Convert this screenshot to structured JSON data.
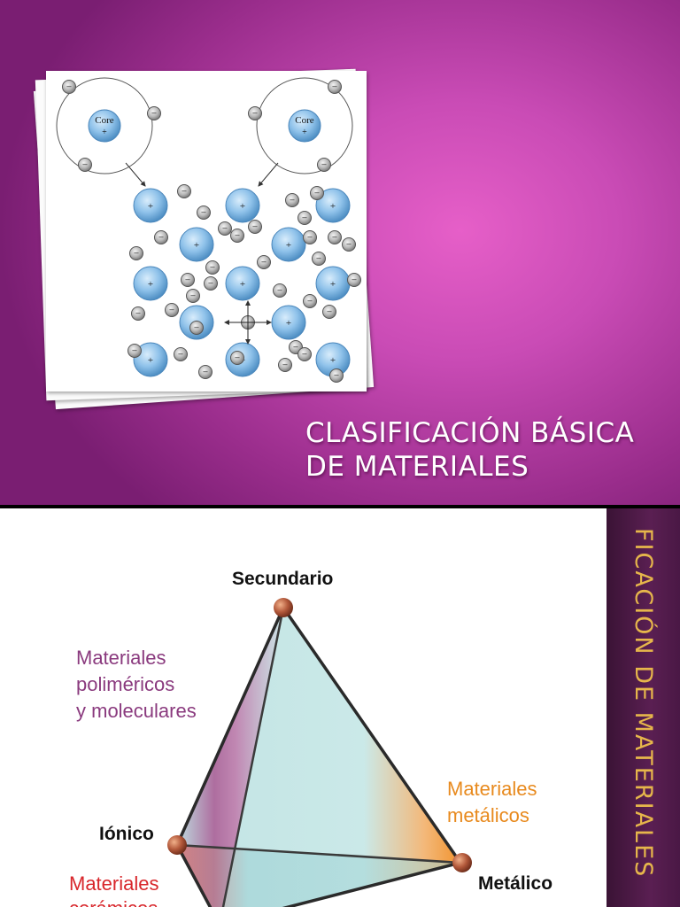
{
  "slide1": {
    "title_line1": "CLASIFICACIÓN BÁSICA",
    "title_line2": "DE MATERIALES",
    "diagram": {
      "core_label": "Core",
      "core_charge": "+",
      "electron_symbol": "−",
      "ion_symbol": "+"
    }
  },
  "slide2": {
    "sidebar_title": "FICACIÓN DE MATERIALES",
    "vertex_top": "Secundario",
    "vertex_left": "Iónico",
    "vertex_right": "Metálico",
    "label_polymer": [
      "Materiales",
      "poliméricos",
      "y moleculares"
    ],
    "label_metal": [
      "Materiales",
      "metálicos"
    ],
    "label_ionic": [
      "Materiales",
      "cerámicos"
    ]
  },
  "colors": {
    "magenta_bg": "#c94bb5",
    "sidebar_bg": "#4a1845",
    "sidebar_text": "#e6b64b",
    "polymer_text": "#8a3a7e",
    "metal_text": "#e88a1e",
    "ionic_text": "#d8262b"
  }
}
